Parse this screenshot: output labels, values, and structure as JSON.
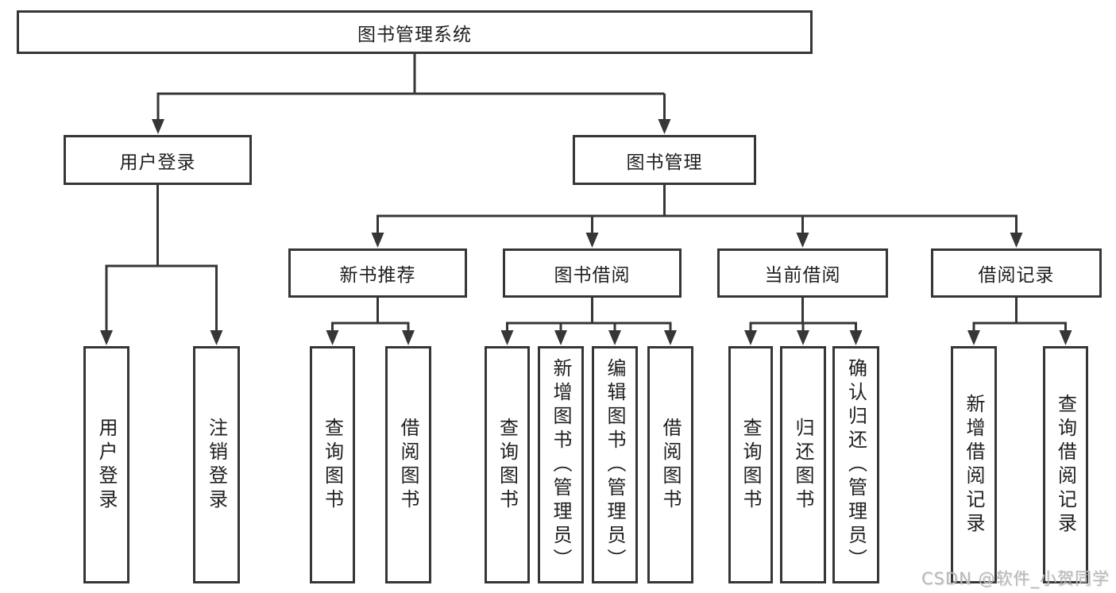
{
  "diagram": {
    "title_hint": "library management system functional structure",
    "nodes": {
      "root": {
        "label": "图书管理系统"
      },
      "branches": [
        {
          "label": "用户登录",
          "children": [
            {
              "label": "用户登录"
            },
            {
              "label": "注销登录"
            }
          ]
        },
        {
          "label": "图书管理",
          "children": [
            {
              "label": "新书推荐",
              "children": [
                {
                  "label": "查询图书"
                },
                {
                  "label": "借阅图书"
                }
              ]
            },
            {
              "label": "图书借阅",
              "children": [
                {
                  "label": "查询图书"
                },
                {
                  "label": "新增图书（管理员）"
                },
                {
                  "label": "编辑图书（管理员）"
                },
                {
                  "label": "借阅图书"
                }
              ]
            },
            {
              "label": "当前借阅",
              "children": [
                {
                  "label": "查询图书"
                },
                {
                  "label": "归还图书"
                },
                {
                  "label": "确认归还（管理员）"
                }
              ]
            },
            {
              "label": "借阅记录",
              "children": [
                {
                  "label": "新增借阅记录"
                },
                {
                  "label": "查询借阅记录"
                }
              ]
            }
          ]
        }
      ]
    },
    "colors": {
      "line": "#363636",
      "text": "#1f1f1f",
      "background": "#ffffff",
      "watermark": "#b9b9b9"
    }
  },
  "watermark": {
    "text": "CSDN @软件_小贺同学"
  }
}
